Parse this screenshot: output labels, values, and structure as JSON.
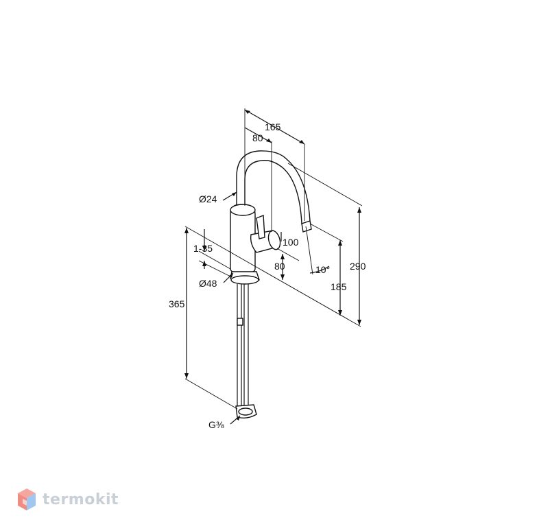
{
  "dimensions": {
    "width_total": "165",
    "spout_offset": "80",
    "spout_diameter": "Ø24",
    "height_total": "290",
    "lever_height": "100",
    "lever_offset": "80",
    "spout_outlet_height": "185",
    "spout_angle": "10°",
    "deck_thickness": "1-35",
    "base_diameter": "Ø48",
    "hose_length": "365",
    "connection_thread": "G⅜"
  },
  "brand": {
    "name": "termokit"
  }
}
